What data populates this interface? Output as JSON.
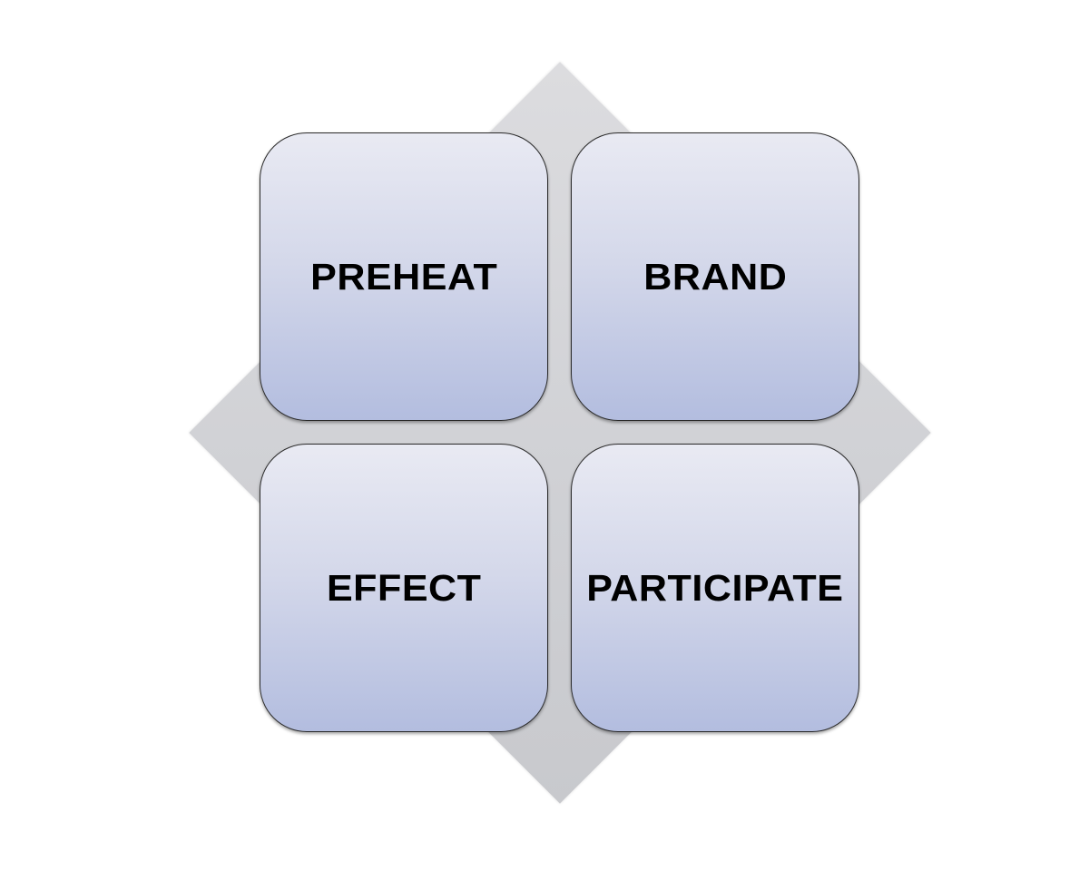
{
  "diagram": {
    "tiles": [
      {
        "label": "PREHEAT"
      },
      {
        "label": "BRAND"
      },
      {
        "label": "EFFECT"
      },
      {
        "label": "PARTICIPATE"
      }
    ]
  }
}
